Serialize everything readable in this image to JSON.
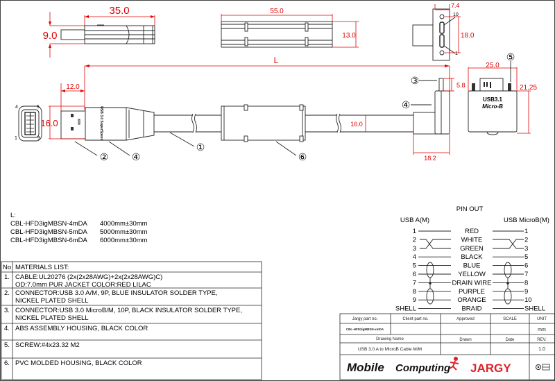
{
  "dimensions": {
    "plug_length": "35.0",
    "plug_height": "9.0",
    "ferrite_length": "55.0",
    "ferrite_height": "13.0",
    "length": "L",
    "plug_tip": "12.0",
    "plug_width": "16.0",
    "cable_od": "16.0",
    "microb_width": "7.4",
    "microb_height": "18.0",
    "microb_pin_10": "10",
    "microb_pin_1": "1",
    "microb_tip": "5.8",
    "microb_depth": "18.2",
    "microb_front_width": "25.0",
    "microb_front_height": "21.25",
    "usba_pin_4": "4",
    "usba_pin_5": "5",
    "usba_pin_1": "1",
    "usba_pin_9": "9"
  },
  "callouts": [
    "①",
    "②",
    "③",
    "④",
    "⑤",
    "⑥"
  ],
  "markings": {
    "usba_logo": "USB 3.0 SuperSpeed",
    "microb_logo_1": "USB3.1",
    "microb_logo_2": "Micro-B"
  },
  "length_table": {
    "title": "L:",
    "rows": [
      {
        "part": "CBL-HFD3igMBSN-4mDA",
        "length": "4000mm±30mm"
      },
      {
        "part": "CBL-HFD3igMBSN-5mDA",
        "length": "5000mm±30mm"
      },
      {
        "part": "CBL-HFD3igMBSN-6mDA",
        "length": "6000mm±30mm"
      }
    ]
  },
  "pinout": {
    "title": "PIN OUT",
    "left_header": "USB A(M)",
    "right_header": "USB MicroB(M)",
    "rows": [
      {
        "left": "1",
        "wire": "RED",
        "right": "1"
      },
      {
        "left": "2",
        "wire": "WHITE",
        "right": "2"
      },
      {
        "left": "3",
        "wire": "GREEN",
        "right": "3"
      },
      {
        "left": "4",
        "wire": "BLACK",
        "right": "5"
      },
      {
        "left": "5",
        "wire": "BLUE",
        "right": "6"
      },
      {
        "left": "6",
        "wire": "YELLOW",
        "right": "7"
      },
      {
        "left": "7",
        "wire": "DRAIN WIRE",
        "right": "8"
      },
      {
        "left": "8",
        "wire": "PURPLE",
        "right": "9"
      },
      {
        "left": "9",
        "wire": "ORANGE",
        "right": "10"
      },
      {
        "left": "SHELL",
        "wire": "BRAID",
        "right": "SHELL"
      }
    ]
  },
  "materials": {
    "no_header": "No",
    "header": "MATERIALS LIST:",
    "items": [
      {
        "no": "1.",
        "line1": "CABLE:UL20276 (2x(2x28AWG)+2x(2x28AWG)C)",
        "line2": "OD:7.0mm  PUR JACKET COLOR:RED LILAC"
      },
      {
        "no": "2.",
        "line1": "CONNECTOR:USB 3.0 A/M, 9P, BLUE INSULATOR SOLDER TYPE,",
        "line2": "NICKEL PLATED SHELL"
      },
      {
        "no": "3.",
        "line1": "CONNECTOR:USB 3.0 MicroB/M, 10P, BLACK INSULATOR SOLDER TYPE,",
        "line2": "NICKEL PLATED SHELL"
      },
      {
        "no": "4.",
        "line1": "ABS ASSEMBLY HOUSING, BLACK COLOR",
        "line2": ""
      },
      {
        "no": "5.",
        "line1": "SCREW:#4x23.32 M2",
        "line2": ""
      },
      {
        "no": "6.",
        "line1": "PVC MOLDED HOUSING, BLACK COLOR",
        "line2": ""
      }
    ]
  },
  "title_block": {
    "part_no_label": "Jargy part no.",
    "client_part_label": "Client part no.",
    "approved_label": "Approved",
    "scale_label": "SCALE",
    "unit_label": "UNIT",
    "part_no": "CBL-HFD3igMBSN-xmDA",
    "unit": "mm",
    "drawing_name_label": "Drawing Name",
    "drawn_label": "Drawn",
    "date_label": "Date",
    "rev_label": "REV.",
    "drawing_name": "USB 3.0 A to MicroB Cable M/M",
    "rev": "1.0",
    "logo_mobile": "Mobile",
    "logo_computing": "Computing",
    "logo_jargy": "JARGY"
  },
  "colors": {
    "dimension": "#e00000",
    "outline": "#222222",
    "logo_red": "#e0202a"
  }
}
